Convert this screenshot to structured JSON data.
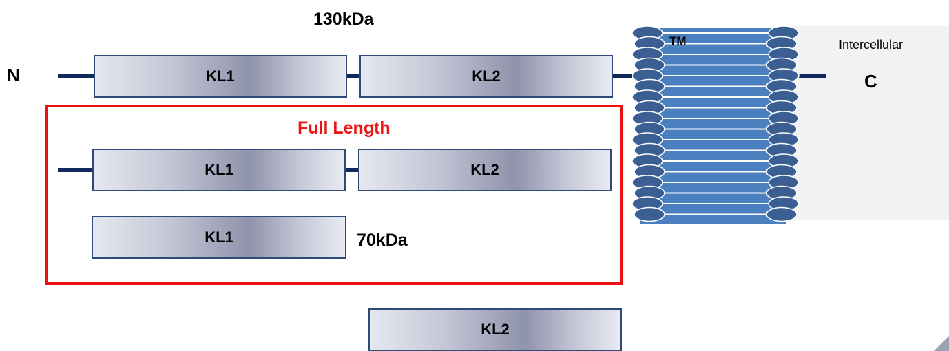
{
  "labels": {
    "top_mass": "130kDa",
    "n_term": "N",
    "c_term": "C",
    "tm": "TM",
    "intercellular": "Intercellular",
    "full_length": "Full Length",
    "mid_mass": "70kDa"
  },
  "domains": {
    "top_kl1": "KL1",
    "top_kl2": "KL2",
    "fl_kl1": "KL1",
    "fl_kl2": "KL2",
    "frag_kl1": "KL1",
    "frag_kl2": "KL2"
  },
  "colors": {
    "highlight": "#ee1111",
    "backbone": "#0f2a5c",
    "membrane": "#4a7fc0",
    "bead": "#3b5f93"
  }
}
